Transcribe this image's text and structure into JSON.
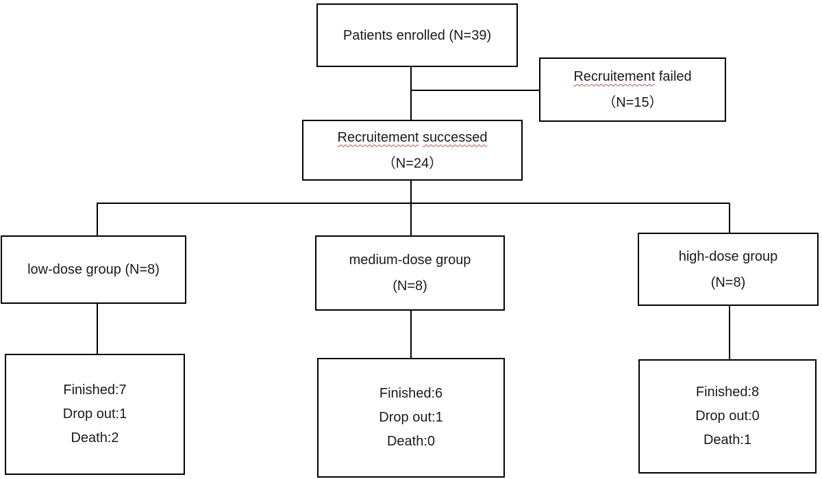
{
  "colors": {
    "box_border": "#000000",
    "connector": "#000000",
    "text": "#1a1a1a",
    "spellcheck_underline": "#b0554e",
    "background": "#ffffff"
  },
  "nodes": {
    "enrolled": {
      "label": "Patients enrolled (N=39)"
    },
    "failed": {
      "word_misspelled": "Recruitement",
      "word_rest": "failed",
      "count": "（N=15）"
    },
    "successed": {
      "word_misspelled_1": "Recruitement",
      "word_misspelled_2": "successed",
      "count": "（N=24）"
    },
    "low_group": {
      "label": "low-dose group (N=8)"
    },
    "medium_group": {
      "label": "medium-dose group",
      "count": "(N=8)"
    },
    "high_group": {
      "label": "high-dose group",
      "count": "(N=8)"
    },
    "low_outcome": {
      "lines": [
        "Finished:7",
        "Drop out:1",
        "Death:2"
      ]
    },
    "medium_outcome": {
      "lines": [
        "Finished:6",
        "Drop out:1",
        "Death:0"
      ]
    },
    "high_outcome": {
      "lines": [
        "Finished:8",
        "Drop out:0",
        "Death:1"
      ]
    }
  }
}
